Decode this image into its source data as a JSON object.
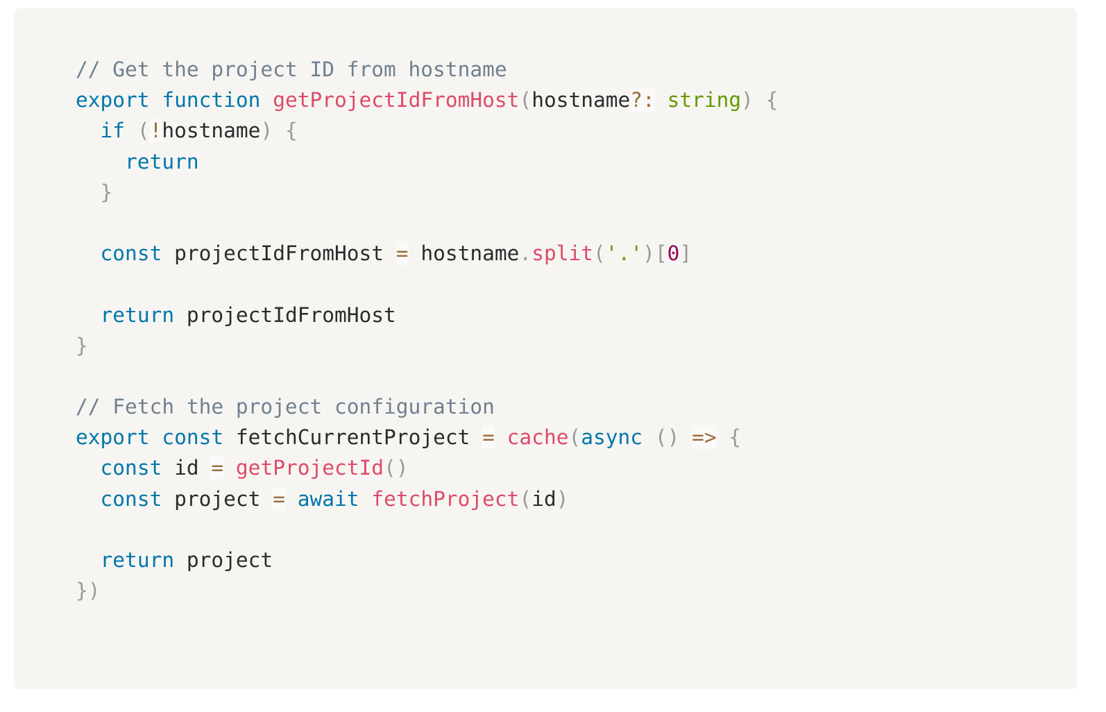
{
  "code": {
    "lines": [
      [
        [
          "comment",
          "// Get the project ID from hostname"
        ]
      ],
      [
        [
          "keyword",
          "export"
        ],
        [
          "plain",
          " "
        ],
        [
          "keyword",
          "function"
        ],
        [
          "plain",
          " "
        ],
        [
          "function",
          "getProjectIdFromHost"
        ],
        [
          "punctuation",
          "("
        ],
        [
          "plain",
          "hostname"
        ],
        [
          "operator",
          "?:"
        ],
        [
          "plain",
          " "
        ],
        [
          "builtin",
          "string"
        ],
        [
          "punctuation",
          ")"
        ],
        [
          "plain",
          " "
        ],
        [
          "punctuation",
          "{"
        ]
      ],
      [
        [
          "plain",
          "  "
        ],
        [
          "keyword",
          "if"
        ],
        [
          "plain",
          " "
        ],
        [
          "punctuation",
          "("
        ],
        [
          "operator",
          "!"
        ],
        [
          "plain",
          "hostname"
        ],
        [
          "punctuation",
          ")"
        ],
        [
          "plain",
          " "
        ],
        [
          "punctuation",
          "{"
        ]
      ],
      [
        [
          "plain",
          "    "
        ],
        [
          "keyword",
          "return"
        ]
      ],
      [
        [
          "plain",
          "  "
        ],
        [
          "punctuation",
          "}"
        ]
      ],
      [],
      [
        [
          "plain",
          "  "
        ],
        [
          "keyword",
          "const"
        ],
        [
          "plain",
          " projectIdFromHost "
        ],
        [
          "operator",
          "="
        ],
        [
          "plain",
          " hostname"
        ],
        [
          "punctuation",
          "."
        ],
        [
          "function",
          "split"
        ],
        [
          "punctuation",
          "("
        ],
        [
          "string",
          "'.'"
        ],
        [
          "punctuation",
          ")"
        ],
        [
          "punctuation",
          "["
        ],
        [
          "number",
          "0"
        ],
        [
          "punctuation",
          "]"
        ]
      ],
      [],
      [
        [
          "plain",
          "  "
        ],
        [
          "keyword",
          "return"
        ],
        [
          "plain",
          " projectIdFromHost"
        ]
      ],
      [
        [
          "punctuation",
          "}"
        ]
      ],
      [],
      [
        [
          "comment",
          "// Fetch the project configuration"
        ]
      ],
      [
        [
          "keyword",
          "export"
        ],
        [
          "plain",
          " "
        ],
        [
          "keyword",
          "const"
        ],
        [
          "plain",
          " fetchCurrentProject "
        ],
        [
          "operator",
          "="
        ],
        [
          "plain",
          " "
        ],
        [
          "function",
          "cache"
        ],
        [
          "punctuation",
          "("
        ],
        [
          "keyword",
          "async"
        ],
        [
          "plain",
          " "
        ],
        [
          "punctuation",
          "("
        ],
        [
          "punctuation",
          ")"
        ],
        [
          "plain",
          " "
        ],
        [
          "operator",
          "=>"
        ],
        [
          "plain",
          " "
        ],
        [
          "punctuation",
          "{"
        ]
      ],
      [
        [
          "plain",
          "  "
        ],
        [
          "keyword",
          "const"
        ],
        [
          "plain",
          " id "
        ],
        [
          "operator",
          "="
        ],
        [
          "plain",
          " "
        ],
        [
          "function",
          "getProjectId"
        ],
        [
          "punctuation",
          "("
        ],
        [
          "punctuation",
          ")"
        ]
      ],
      [
        [
          "plain",
          "  "
        ],
        [
          "keyword",
          "const"
        ],
        [
          "plain",
          " project "
        ],
        [
          "operator",
          "="
        ],
        [
          "plain",
          " "
        ],
        [
          "keyword",
          "await"
        ],
        [
          "plain",
          " "
        ],
        [
          "function",
          "fetchProject"
        ],
        [
          "punctuation",
          "("
        ],
        [
          "plain",
          "id"
        ],
        [
          "punctuation",
          ")"
        ]
      ],
      [],
      [
        [
          "plain",
          "  "
        ],
        [
          "keyword",
          "return"
        ],
        [
          "plain",
          " project"
        ]
      ],
      [
        [
          "punctuation",
          "}"
        ],
        [
          "punctuation",
          ")"
        ]
      ]
    ]
  }
}
